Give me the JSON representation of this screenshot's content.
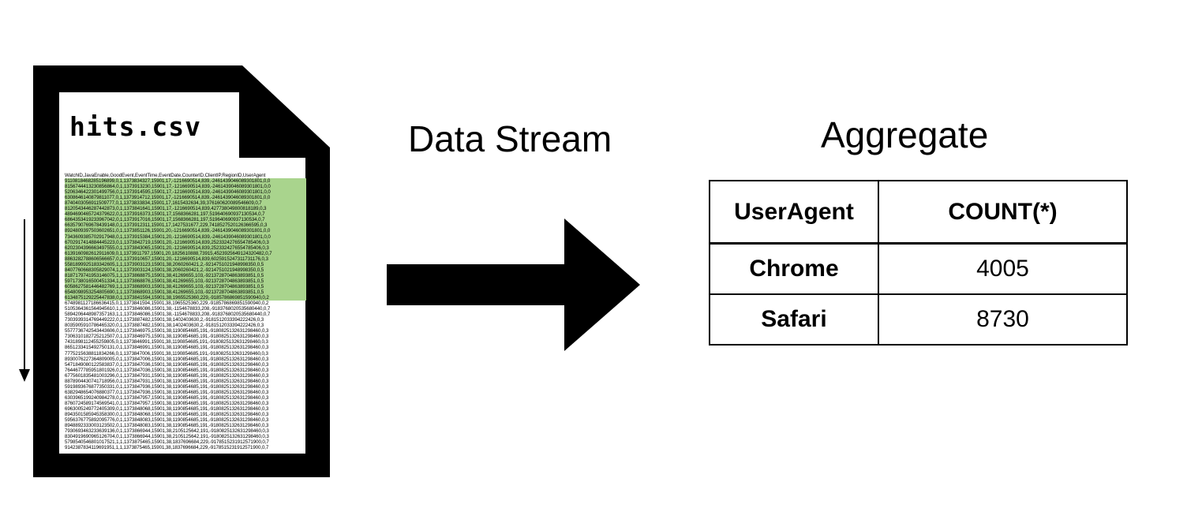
{
  "colors": {
    "ink": "#000000",
    "background": "#ffffff",
    "row_highlight": "#a9d48d"
  },
  "file_card": {
    "filename": "hits.csv",
    "csv_header": "WatchID,JavaEnable,GoodEvent,EventTime,EventDate,CounterID,ClientIP,RegionID,UserAgent",
    "highlighted_rows": [
      "9110818468285196899,0,1,1373834327,15901,17,-1216690514,839,-2461439046089301801,0,0",
      "8156744413230856864,0,1,1373913230,15901,17,-1216690514,839,-2461439046089301801,0,0",
      "5206346422301499756,0,1,1373914595,15901,17,-1216690514,839,-2461439046089301801,0,0",
      "6308646140879811077,0,1,1373914712,15901,17,-1216690514,839,-2461439046089301801,0,0",
      "8740403056911509777,0,1,1373833834,15901,17,1615432634,39,376160620089546609,0,7",
      "8120543446287442873,0,1,1373841641,15901,17,-1216690514,839,427738049800818189,0,3",
      "4894690465724379622,0,1,1373916373,15901,17,1568366281,197,519640690937130534,0,7",
      "6864353419233967042,0,1,1373917016,15901,17,1568366281,197,519640690937130534,0,7",
      "6635790769678439148,0,1,1373912311,15901,17,1427531677,229,7418527520126366595,0,3",
      "8924809397503602651,0,1,1373851126,15901,20,-1216690514,839,-2461439046089301801,0,0",
      "7343609385702917948,0,1,1373915384,15901,20,-1216690514,839,-2461439046089301801,0,0",
      "6702917414884445223,0,1,1373842719,15901,20,-1216690514,839,2523324276554785406,0,3",
      "6202304396663497555,0,1,1373843065,15901,20,-1216690514,839,2523324276554785406,0,3",
      "6139160982612911609,0,1,1373911797,15901,20,1825610888,73915,4523925649124320482,0,7",
      "8863282788606566657,0,1,1373910657,15901,20,-1216690514,839,6025915247311731176,0,3",
      "5581899925183342605,1,1,1373903123,15901,38,2060260421,2,-9214751021948998350,0,5",
      "8407760668305829074,1,1,1373903124,15901,38,2060260421,2,-9214751021948998350,0,5",
      "8187179741953146075,1,1,1373868875,15901,38,41269655,103,-9213728704863893851,0,5",
      "5971738016500451334,1,1,1373868876,15901,38,41269655,103,-9213728704863893851,0,5",
      "6058627581446482769,1,1,1373868903,15901,38,41269655,103,-9213728704863893851,0,5",
      "6548098953254805690,1,1,1373868903,15901,38,41269655,103,-9213728704863893851,0,5",
      "6134875129225447838,0,1,1373841594,15901,38,1965525360,229,-9185786869851590940,0,2"
    ],
    "plain_rows": [
      "6748981127186636415,0,1,1373841594,15901,38,1965525360,229,-9185786869851590940,0,2",
      "5105364361564945610,1,1,1373846086,15901,38,-1154678833,208,-9183768020535680440,0,7",
      "5894206448987357163,1,1,1373846086,15901,38,-1154678833,208,-9183768020535680440,0,7",
      "7303939314769449222,0,1,1373887482,15901,38,1402403630,2,-9181512033394222426,0,3",
      "8035905910786465320,0,1,1373887482,15901,38,1402403630,2,-9181512033394222426,0,3",
      "5577736742543443606,0,1,1373846975,15901,38,1190854685,191,-9180825132631298460,0,3",
      "7306310182725212507,0,1,1373846975,15901,38,1190854685,191,-9180825132631298460,0,3",
      "7431898112455259805,0,1,1373846991,15901,38,1190854685,191,-9180825132631298460,0,3",
      "8651233415492750131,0,1,1373846991,15901,38,1190854685,191,-9180825132631298460,0,3",
      "7775215638811834266,0,1,1373847006,15901,38,1190854685,191,-9180825132631298460,0,3",
      "8930076227364809005,0,1,1373847006,15901,38,1190854685,191,-9180825132631298460,0,3",
      "5471849080122583837,0,1,1373847036,15901,38,1190854685,191,-9180825132631298460,0,3",
      "7644677785951801926,0,1,1373847036,15901,38,1190854685,191,-9180825132631298460,0,3",
      "6775601835481003296,0,1,1373847931,15901,38,1190854685,191,-9180825132631298460,0,3",
      "8878904430741718956,0,1,1373847931,15901,38,1190854685,191,-9180825132631298460,0,3",
      "5919893676877350331,0,1,1373847936,15901,38,1190854685,191,-9180825132631298460,0,3",
      "6382948654076880377,0,1,1373847936,15901,38,1190854685,191,-9180825132631298460,0,3",
      "6303965199240984278,0,1,1373847957,15901,38,1190854685,191,-9180825132631298460,0,3",
      "8760724589174569541,0,1,1373847957,15901,38,1190854685,191,-9180825132631298460,0,3",
      "6963005249772405309,0,1,1373848068,15901,38,1190854685,191,-9180825132631298460,0,3",
      "8943501585945358300,0,1,1373848068,15901,38,1190854685,191,-9180825132631298460,0,3",
      "5956376775892095776,0,1,1373848083,15901,38,1190854685,191,-9180825132631298460,0,3",
      "8948892333003123502,0,1,1373848083,15901,38,1190854685,191,-9180825132631298460,0,3",
      "7930693463233639136,0,1,1373866944,15901,38,2105125642,191,-9180825132631298460,0,3",
      "8304919690965126704,0,1,1373866944,15901,38,2105125642,191,-9180825132631298460,0,3",
      "5798540546801017521,1,1,1373875465,15901,38,1837696684,229,-9178515231912571900,0,7",
      "9142387834119691951,1,1,1373875465,15901,38,1837696684,229,-9178515231912571900,0,7"
    ]
  },
  "stream": {
    "label": "Data Stream"
  },
  "aggregate": {
    "title": "Aggregate",
    "table": {
      "columns": [
        "UserAgent",
        "COUNT(*)"
      ],
      "rows": [
        {
          "user_agent": "Chrome",
          "count": "4005"
        },
        {
          "user_agent": "Safari",
          "count": "8730"
        }
      ]
    }
  }
}
